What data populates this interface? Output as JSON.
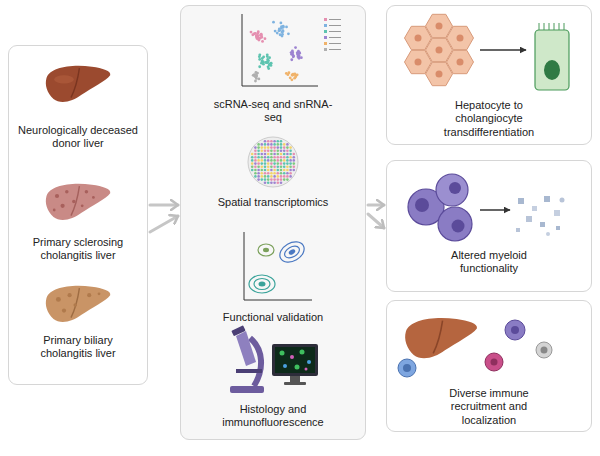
{
  "diagram": {
    "nodes": [
      {
        "text": [
          "Neurologically deceased donor liver",
          "Primary sclerosing cholangitis liver",
          "Primary biliary cholangitis liver"
        ]
      },
      {
        "text": [
          "scRNA-seq and snRNA-seq",
          "Spatial transcriptomics",
          "Functional validation",
          "Histology and immunofluorescence"
        ]
      },
      {
        "text": [
          "Hepatocyte to cholangiocyte transdifferentiation"
        ]
      },
      {
        "text": [
          "Altered myeloid functionality"
        ]
      },
      {
        "text": [
          "Diverse immune recruitment and localization"
        ]
      }
    ],
    "edges": [
      {
        "from": 0,
        "to": 1,
        "arrow": "to"
      },
      {
        "from": 0,
        "to": 1,
        "arrow": "to"
      },
      {
        "from": 1,
        "to": 3,
        "arrow": "to"
      },
      {
        "from": 1,
        "to": 3,
        "arrow": "to"
      }
    ]
  }
}
